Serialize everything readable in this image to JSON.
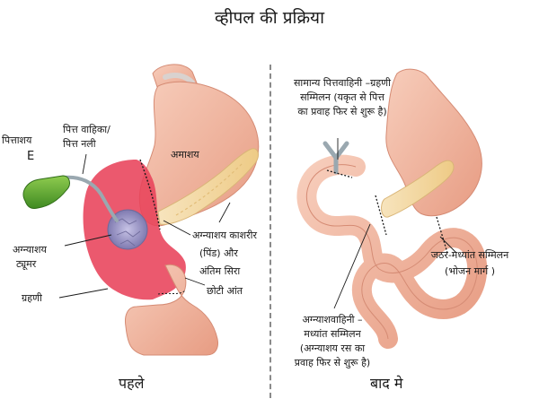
{
  "title": "व्हीपल की प्रक्रिया",
  "before": {
    "caption": "पहले",
    "labels": {
      "gallbladder": "पित्ताशय",
      "gallbladder_marker": "E",
      "bile_duct": [
        "पित्त वाहिका/",
        "पित्त नली"
      ],
      "stomach": "अमाशय",
      "pancreatic_tumor": [
        "अग्न्याशय",
        "ट्यूमर"
      ],
      "duodenum": "ग्रहणी",
      "pancreas_body_tail": [
        "अग्न्याशय काशरीर",
        "(पिंड) और",
        "अंतिम सिरा"
      ],
      "small_intestine": "छोटी आंत"
    }
  },
  "after": {
    "caption": "बाद मे",
    "labels": {
      "choledochojejunostomy": [
        "सामान्य पित्तवाहिनी –ग्रहणी",
        "सम्मिलन (यकृत से पित्त",
        "का प्रवाह फिर से शुरू है)"
      ],
      "gastrojejunostomy": [
        "जठर-मध्यांत सम्मिलन",
        "(भोजन मार्ग )"
      ],
      "pancreaticojejunostomy": [
        "अग्न्याशवाहिनी –",
        "मध्यांत सम्मिलन",
        "(अग्न्याशय रस का",
        "प्रवाह फिर से शुरू है)"
      ]
    }
  },
  "colors": {
    "stomach": "#f2b9a3",
    "duodenum_highlight": "#e8425a",
    "pancreas": "#f5dba6",
    "gallbladder": "#5da832",
    "tumor": "#9b97c4",
    "bile_duct": "#b0bcc4",
    "intestine": "#eba995"
  }
}
